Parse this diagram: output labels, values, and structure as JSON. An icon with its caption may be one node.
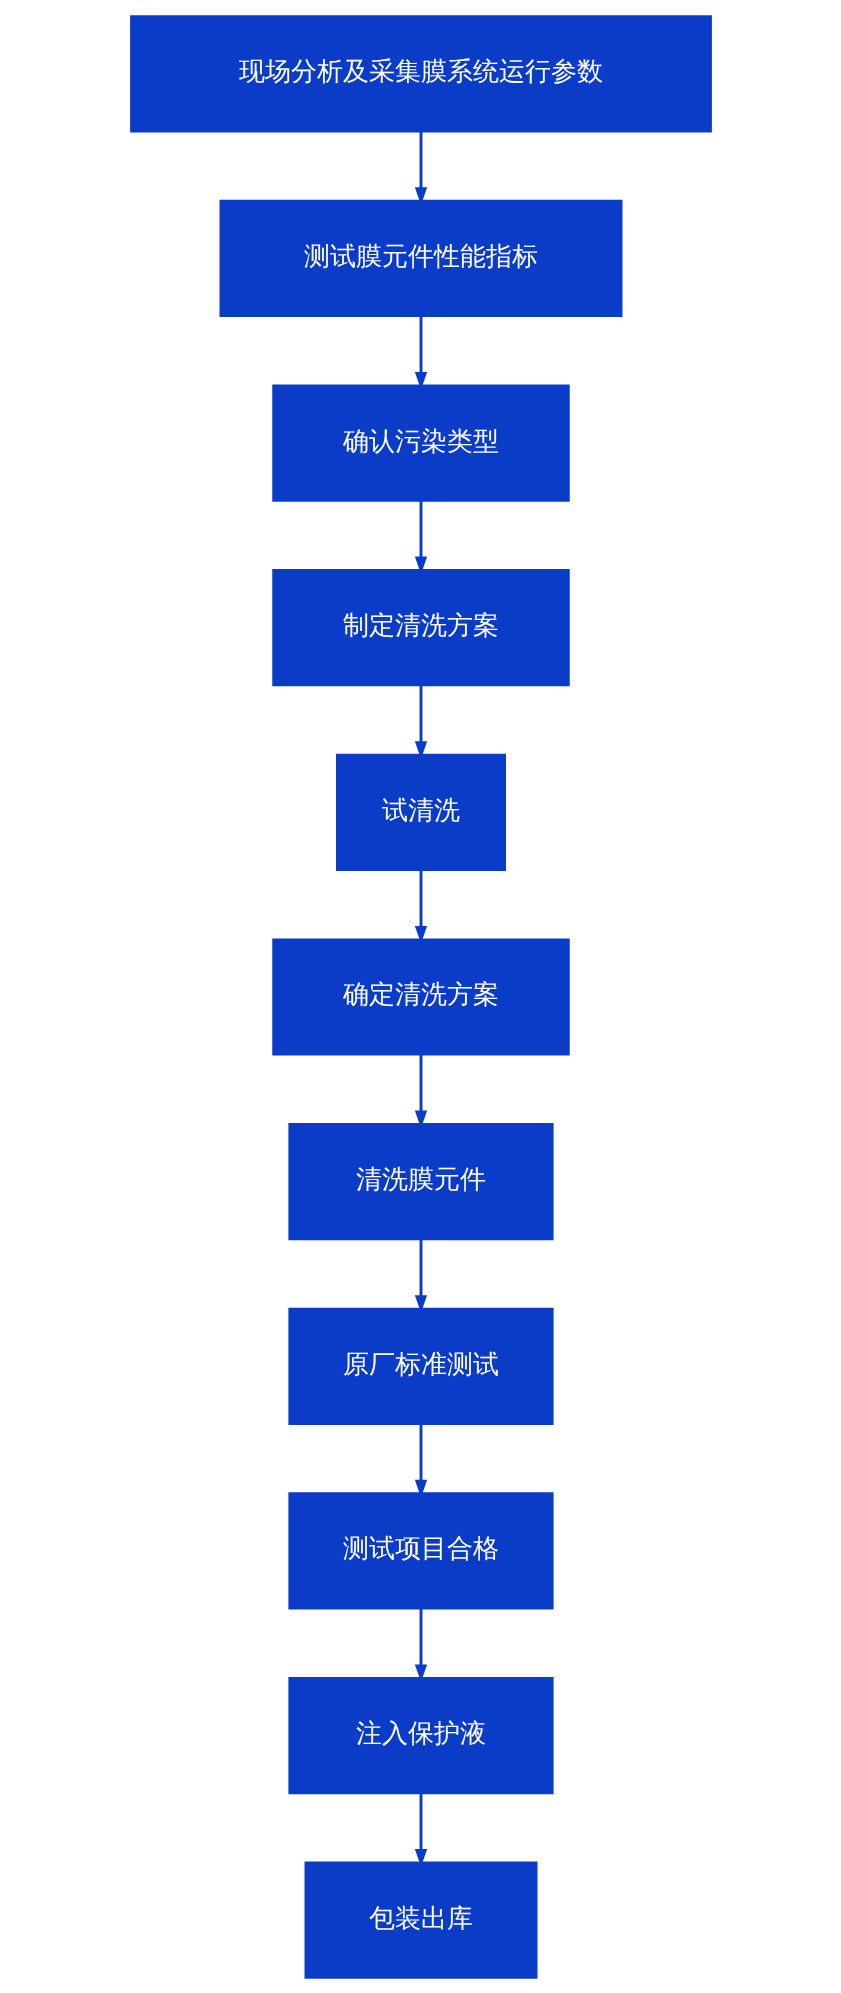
{
  "diagram": {
    "nodes": [
      {
        "text": [
          "现场分析及采集膜系统运行参数"
        ]
      },
      {
        "text": [
          "测试膜元件性能指标"
        ]
      },
      {
        "text": [
          "确认污染类型"
        ]
      },
      {
        "text": [
          "制定清洗方案"
        ]
      },
      {
        "text": [
          "试清洗"
        ]
      },
      {
        "text": [
          "确定清洗方案"
        ]
      },
      {
        "text": [
          "清洗膜元件"
        ]
      },
      {
        "text": [
          "原厂标准测试"
        ]
      },
      {
        "text": [
          "测试项目合格"
        ]
      },
      {
        "text": [
          "注入保护液"
        ]
      },
      {
        "text": [
          "包装出库"
        ]
      }
    ],
    "edges": [
      {
        "from": 0,
        "to": 1,
        "arrow": "to"
      },
      {
        "from": 1,
        "to": 2,
        "arrow": "to"
      },
      {
        "from": 2,
        "to": 3,
        "arrow": "to"
      },
      {
        "from": 3,
        "to": 4,
        "arrow": "to"
      },
      {
        "from": 4,
        "to": 5,
        "arrow": "to"
      },
      {
        "from": 5,
        "to": 6,
        "arrow": "to"
      },
      {
        "from": 6,
        "to": 7,
        "arrow": "to"
      },
      {
        "from": 7,
        "to": 8,
        "arrow": "to"
      },
      {
        "from": 8,
        "to": 9,
        "arrow": "to"
      },
      {
        "from": 9,
        "to": 10,
        "arrow": "to"
      }
    ]
  }
}
